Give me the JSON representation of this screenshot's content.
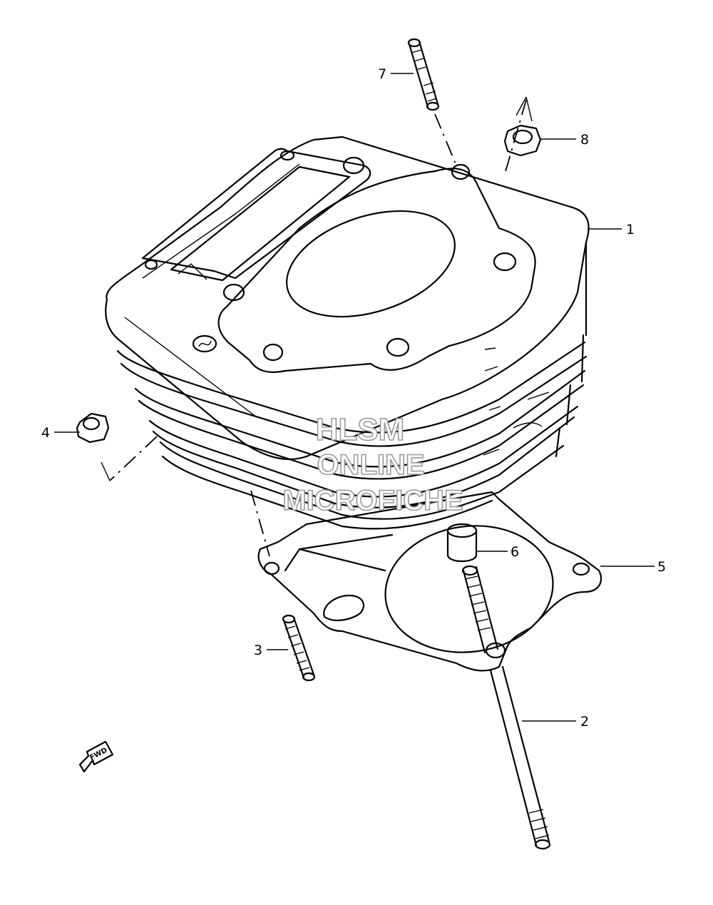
{
  "callouts": [
    {
      "id": "cylinder",
      "number": "1"
    },
    {
      "id": "long-stud",
      "number": "2"
    },
    {
      "id": "short-stud-lower",
      "number": "3"
    },
    {
      "id": "nut-left",
      "number": "4"
    },
    {
      "id": "gasket",
      "number": "5"
    },
    {
      "id": "dowel-pin",
      "number": "6"
    },
    {
      "id": "stud-top",
      "number": "7"
    },
    {
      "id": "nut-right",
      "number": "8"
    }
  ],
  "watermark": {
    "line1": "HLSM",
    "line2": "ONLINE",
    "line3": "MICROFICHE"
  },
  "direction_badge": {
    "label": "FWD"
  }
}
